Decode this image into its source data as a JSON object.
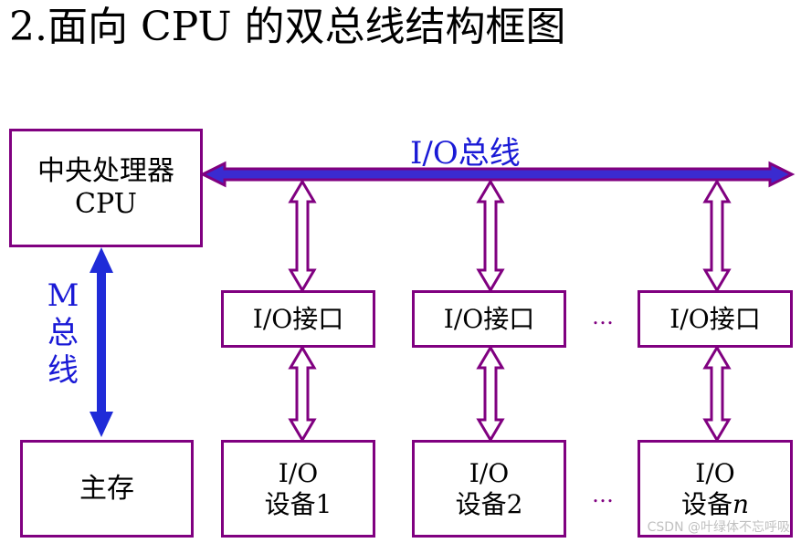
{
  "title": "2.面向 CPU 的双总线结构框图",
  "cpu": {
    "line1": "中央处理器",
    "line2": "CPU"
  },
  "io_bus": {
    "label": "I/O总线"
  },
  "m_bus": {
    "chars": [
      "M",
      "总",
      "线"
    ]
  },
  "main_memory": {
    "label": "主存"
  },
  "interfaces": [
    {
      "label": "I/O接口"
    },
    {
      "label": "I/O接口"
    },
    {
      "label": "I/O接口"
    }
  ],
  "devices": [
    {
      "line1": "I/O",
      "line2": "设备1",
      "suffix": ""
    },
    {
      "line1": "I/O",
      "line2": "设备2",
      "suffix": ""
    },
    {
      "line1": "I/O",
      "line2": "设备",
      "suffix": "n"
    }
  ],
  "ellipsis": "…",
  "watermark": "CSDN @叶绿体不忘呼吸",
  "colors": {
    "box_border": "#800080",
    "bus": "#3a2bd0",
    "bus_outline": "#800080",
    "label": "#1a1ad6"
  }
}
